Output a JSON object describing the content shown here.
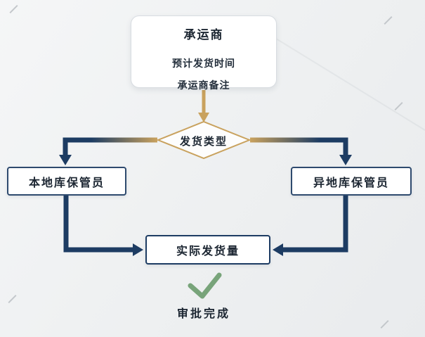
{
  "diagram": {
    "carrier": {
      "title": "承运商",
      "fields": [
        "预计发货时间",
        "承运商备注"
      ]
    },
    "decision": {
      "label": "发货类型"
    },
    "left_node": {
      "label": "本地库保管员"
    },
    "right_node": {
      "label": "异地库保管员"
    },
    "center_node": {
      "label": "实际发货量"
    },
    "result": {
      "label": "审批完成",
      "icon": "checkmark-icon"
    },
    "colors": {
      "navy": "#1d3c63",
      "gold": "#c9a25e",
      "green": "#78a47a",
      "background": "#eff1f2",
      "box_fill": "#ffffff"
    }
  }
}
